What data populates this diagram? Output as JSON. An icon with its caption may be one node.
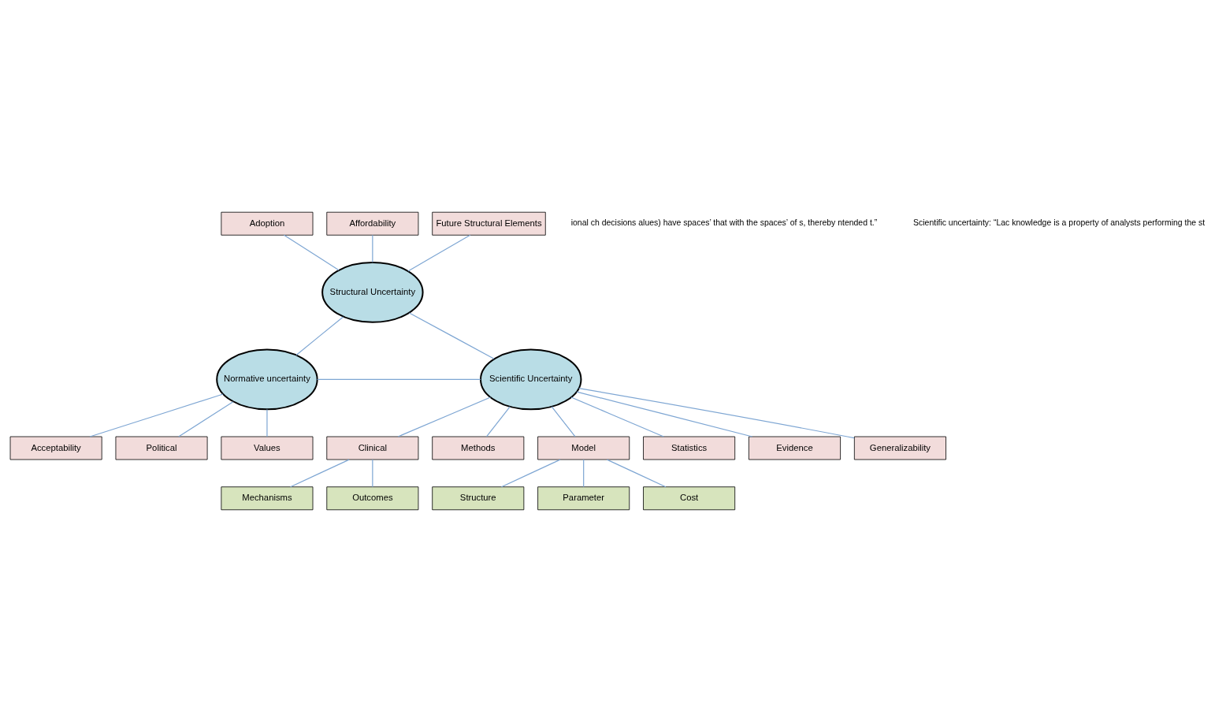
{
  "diagram": {
    "nodes": [
      {
        "text": [
          "Structural Uncertainty"
        ]
      },
      {
        "text": [
          "Normative uncertainty"
        ]
      },
      {
        "text": [
          "Scientific Uncertainty"
        ]
      },
      {
        "text": [
          "Adoption"
        ]
      },
      {
        "text": [
          "Affordability"
        ]
      },
      {
        "text": [
          "Future Structural Elements"
        ]
      },
      {
        "text": [
          "Clinical"
        ]
      },
      {
        "text": [
          "Methods"
        ]
      },
      {
        "text": [
          "Model"
        ]
      },
      {
        "text": [
          "Statistics"
        ]
      },
      {
        "text": [
          "Evidence"
        ]
      },
      {
        "text": [
          "Generalizability"
        ]
      },
      {
        "text": [
          "Mechanisms"
        ]
      },
      {
        "text": [
          "Outcomes"
        ]
      },
      {
        "text": [
          "Structure"
        ]
      },
      {
        "text": [
          "Parameter"
        ]
      },
      {
        "text": [
          "Cost"
        ]
      },
      {
        "text": [
          "Acceptability"
        ]
      },
      {
        "text": [
          "Political"
        ]
      },
      {
        "text": [
          "Values"
        ]
      }
    ],
    "edges": [
      {
        "from": 3,
        "to": 0,
        "arrow": "none"
      },
      {
        "from": 4,
        "to": 0,
        "arrow": "none"
      },
      {
        "from": 5,
        "to": 0,
        "arrow": "none"
      },
      {
        "from": 0,
        "to": 1,
        "arrow": "none"
      },
      {
        "from": 0,
        "to": 2,
        "arrow": "none"
      },
      {
        "from": 1,
        "to": 2,
        "arrow": "none"
      },
      {
        "from": 2,
        "to": 6,
        "arrow": "none"
      },
      {
        "from": 2,
        "to": 7,
        "arrow": "none"
      },
      {
        "from": 2,
        "to": 8,
        "arrow": "none"
      },
      {
        "from": 2,
        "to": 9,
        "arrow": "none"
      },
      {
        "from": 2,
        "to": 10,
        "arrow": "none"
      },
      {
        "from": 2,
        "to": 11,
        "arrow": "none"
      },
      {
        "from": 6,
        "to": 12,
        "arrow": "none"
      },
      {
        "from": 6,
        "to": 13,
        "arrow": "none"
      },
      {
        "from": 8,
        "to": 14,
        "arrow": "none"
      },
      {
        "from": 8,
        "to": 15,
        "arrow": "none"
      },
      {
        "from": 8,
        "to": 16,
        "arrow": "none"
      },
      {
        "from": 1,
        "to": 17,
        "arrow": "none"
      },
      {
        "from": 1,
        "to": 18,
        "arrow": "none"
      },
      {
        "from": 1,
        "to": 19,
        "arrow": "none"
      }
    ],
    "labels": [
      "ional ch decisions alues) have spaces’ that with the spaces’ of s, thereby ntended t.”",
      "Scientific uncertainty: “Lac knowledge is a property of analysts performing the st"
    ]
  }
}
